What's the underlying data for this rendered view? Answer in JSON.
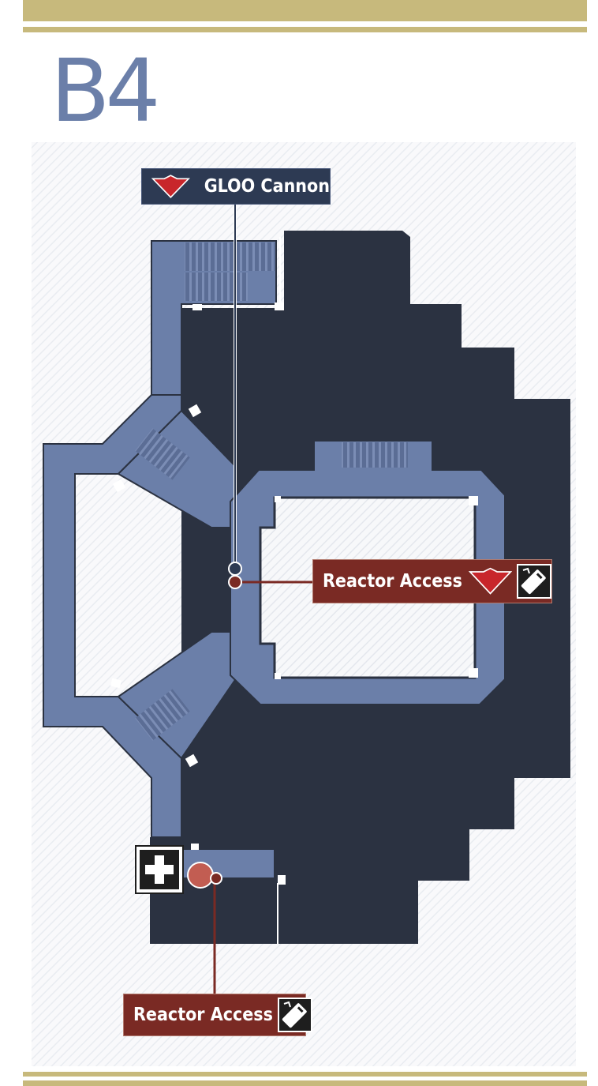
{
  "floor": {
    "label": "B4"
  },
  "markers": {
    "gloo_cannon": {
      "label": "GLOO Cannon",
      "icon": "gloo-cannon-icon",
      "color": "#c8262b"
    },
    "reactor_access_upper": {
      "label": "Reactor Access",
      "icons": [
        "gloo-cannon-icon",
        "keycard-icon"
      ]
    },
    "reactor_access_lower": {
      "label": "Reactor Access",
      "icons": [
        "keycard-icon"
      ]
    },
    "health_station": {
      "icon": "medkit-icon"
    }
  },
  "colors": {
    "walkable": "#6b7fa9",
    "wall": "#2b3241",
    "accent_band": "#c7b97c",
    "navy_callout": "#2d3a53",
    "red_callout": "#7a2a24",
    "point_marker": "#c25d52"
  }
}
